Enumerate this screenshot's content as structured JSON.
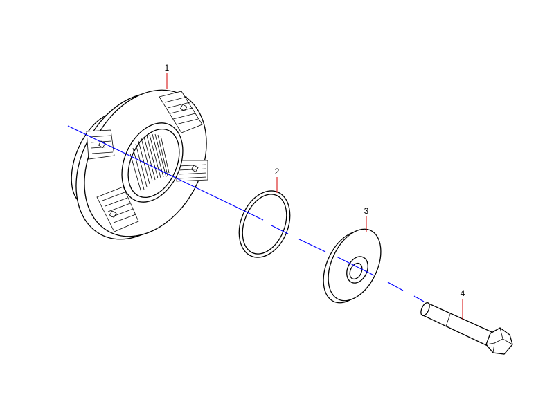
{
  "callouts": [
    {
      "id": "part-1",
      "label": "1"
    },
    {
      "id": "part-2",
      "label": "2"
    },
    {
      "id": "part-3",
      "label": "3"
    },
    {
      "id": "part-4",
      "label": "4"
    }
  ],
  "colors": {
    "axis_line": "#0000ff",
    "leader_line": "#d40000",
    "outline": "#000000",
    "background": "#ffffff"
  }
}
